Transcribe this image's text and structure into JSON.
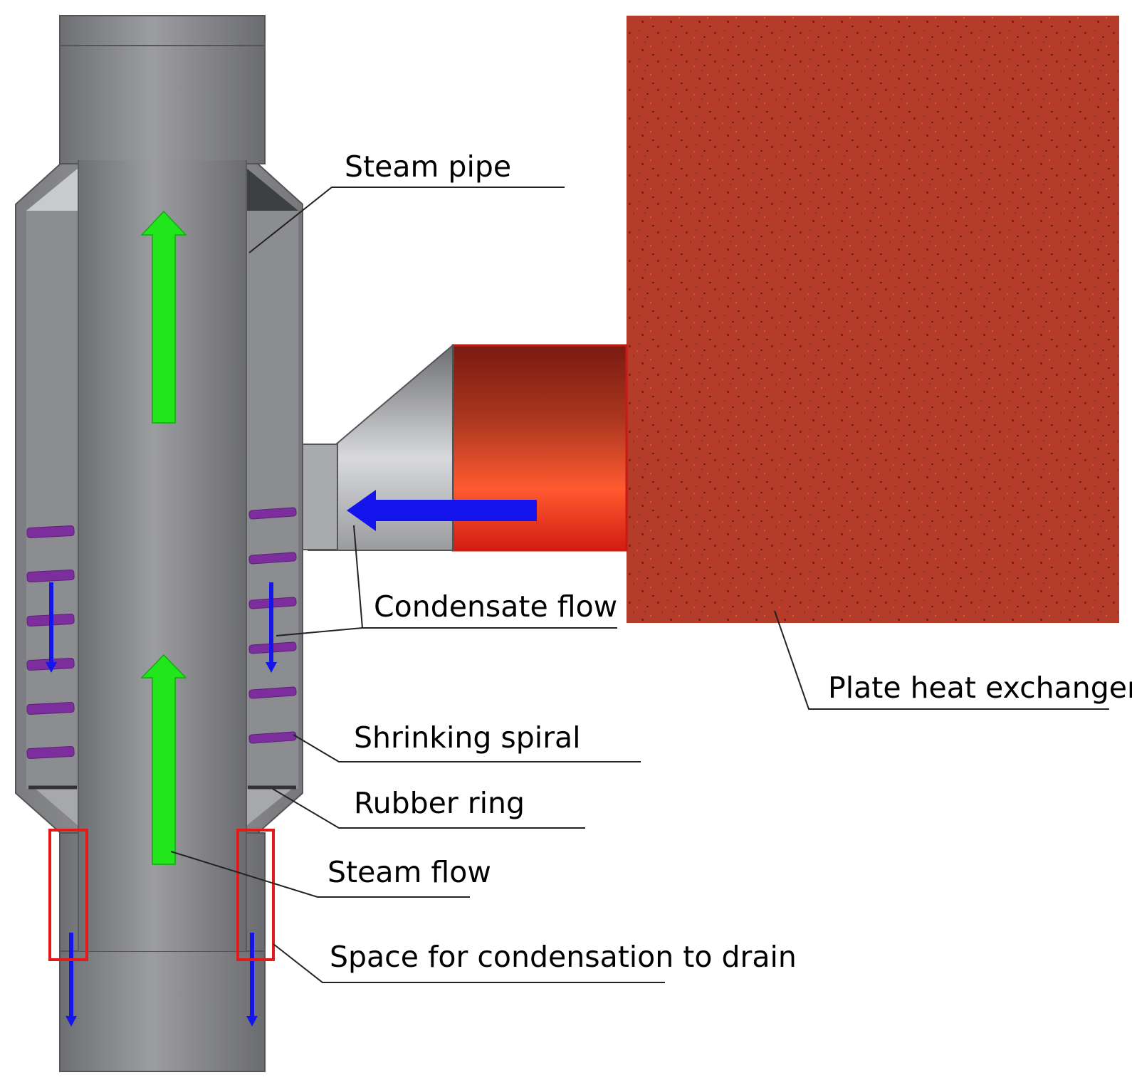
{
  "labels": {
    "steam_pipe": "Steam pipe",
    "condensate_flow": "Condensate flow",
    "plate_heat_exchanger": "Plate heat exchanger",
    "shrinking_spiral": "Shrinking spiral",
    "rubber_ring": "Rubber ring",
    "steam_flow": "Steam flow",
    "drain_space": "Space for condensation to drain"
  },
  "colors": {
    "pipe_grey": "#8a8b8f",
    "exchanger_red": "#b33a2a",
    "steam_arrow": "#1ee81e",
    "condensate_arrow": "#1010ee",
    "spiral": "#7a2a9a",
    "highlight_box": "#e11a1a"
  }
}
